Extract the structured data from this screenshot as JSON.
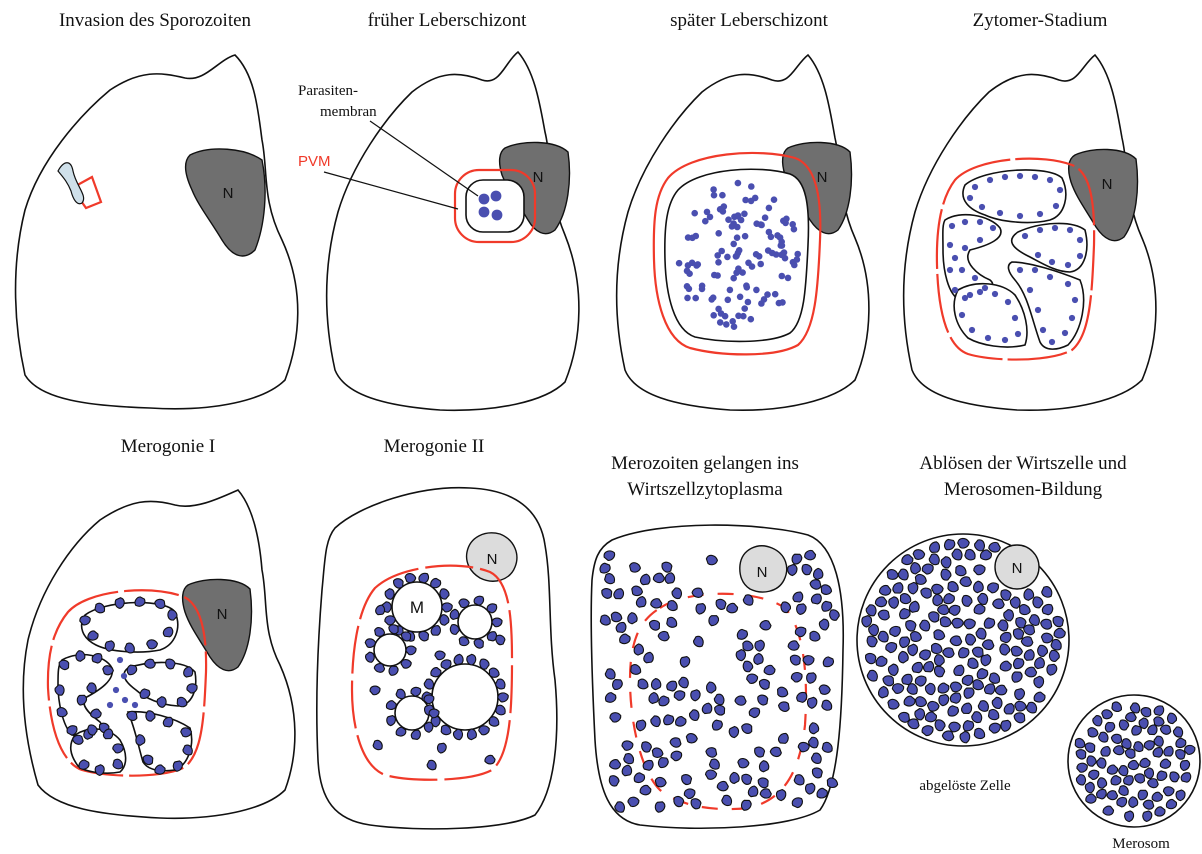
{
  "colors": {
    "pvm": "#f03a2a",
    "parasite": "#4a4fb0",
    "nucleus_dark": "#6f6f6f",
    "nucleus_light": "#dcdcdc",
    "outline": "#111111"
  },
  "stages": [
    {
      "title": "Invasion des Sporozoiten"
    },
    {
      "title": "früher Leberschizont"
    },
    {
      "title": "später Leberschizont"
    },
    {
      "title": "Zytomer-Stadium"
    },
    {
      "title": "Merogonie I"
    },
    {
      "title": "Merogonie II"
    },
    {
      "title_lines": [
        "Merozoiten gelangen ins",
        "Wirtszellzytoplasma"
      ]
    },
    {
      "title_lines": [
        "Ablösen der Wirtszelle und",
        "Merosomen-Bildung"
      ]
    }
  ],
  "labels": {
    "nucleus": "N",
    "merozoite_body": "M",
    "parasite_membrane": [
      "Parasiten-",
      "membran"
    ],
    "pvm": "PVM",
    "detached_cell": "abgelöste Zelle",
    "merosome": "Merosom"
  }
}
